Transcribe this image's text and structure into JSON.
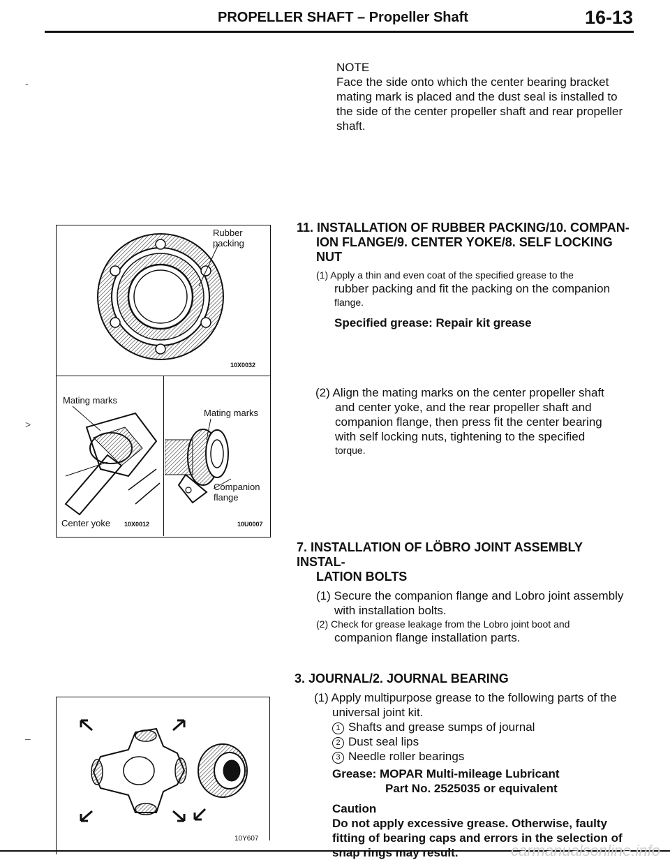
{
  "header": {
    "title": "PROPELLER SHAFT – Propeller Shaft",
    "page_number": "16-13"
  },
  "note": {
    "label": "NOTE",
    "lines": [
      "Face the side onto which the center bearing bracket",
      "mating mark is placed and the dust seal is installed to",
      "the side of the center propeller shaft and rear propeller",
      "shaft."
    ]
  },
  "section11": {
    "heading_line1": "11. INSTALLATION OF RUBBER PACKING/10. COMPAN-",
    "heading_line2": "ION FLANGE/9. CENTER YOKE/8. SELF LOCKING NUT",
    "step1_line1": "(1) Apply a thin and even coat of the specified grease to the",
    "step1_line2": "rubber packing and fit the packing on the companion",
    "step1_line3": "flange.",
    "spec": "Specified grease: Repair kit grease",
    "step2_lines": [
      "(2) Align the mating marks on the center propeller shaft",
      "and center yoke, and the rear propeller shaft and",
      "companion flange, then press fit the center bearing",
      "with self locking nuts, tightening to the specified",
      "torque."
    ]
  },
  "section7": {
    "heading_line1": "7. INSTALLATION OF LÖBRO JOINT ASSEMBLY INSTAL-",
    "heading_line2": "LATION BOLTS",
    "step1_line1": "(1) Secure the companion flange and Lobro joint assembly",
    "step1_line2": "with installation bolts.",
    "step2_line1": "(2) Check for grease leakage from the Lobro joint boot and",
    "step2_line2": "companion flange installation parts."
  },
  "section3": {
    "heading": "3. JOURNAL/2. JOURNAL BEARING",
    "step1_line1": "(1) Apply multipurpose grease to the following parts of the",
    "step1_line2": "universal joint kit.",
    "items": [
      {
        "num": "1",
        "text": "Shafts and grease sumps of journal"
      },
      {
        "num": "2",
        "text": "Dust seal lips"
      },
      {
        "num": "3",
        "text": "Needle roller bearings"
      }
    ],
    "grease_line1": "Grease: MOPAR Multi-mileage Lubricant",
    "grease_line2": "Part No. 2525035 or equivalent",
    "caution_label": "Caution",
    "caution_lines": [
      "Do not apply excessive grease. Otherwise, faulty",
      "fitting of bearing caps and errors in the selection of",
      "snap rings may result."
    ]
  },
  "figures": {
    "fig1": {
      "label_line1": "Rubber",
      "label_line2": "packing",
      "code": "10X0032"
    },
    "fig2": {
      "label": "Mating marks",
      "sublabel": "Center yoke",
      "code": "10X0012"
    },
    "fig3": {
      "label": "Mating marks",
      "sublabel_line1": "Companion",
      "sublabel_line2": "flange",
      "code": "10U0007"
    },
    "fig4": {
      "code": "10Y607"
    }
  },
  "watermark": "carmanualsonline.info"
}
